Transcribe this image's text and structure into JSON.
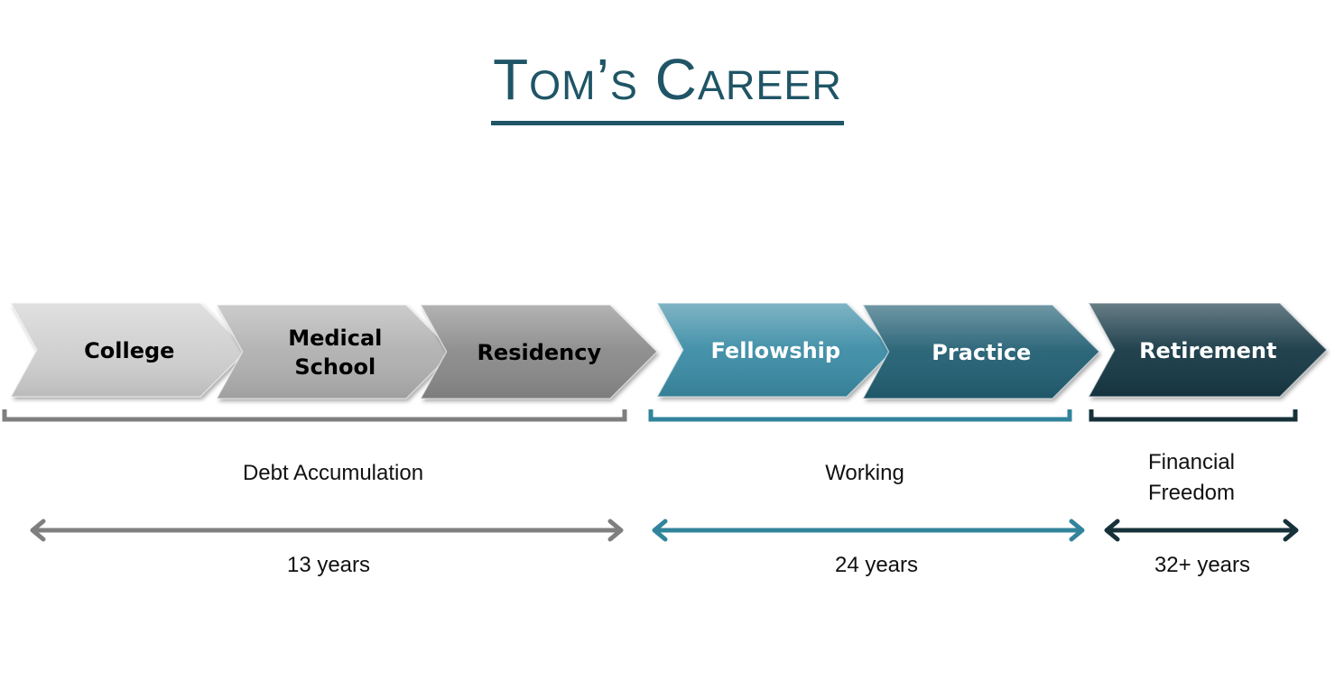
{
  "title": "Tom’s Career",
  "stages": [
    {
      "label_lines": [
        "College"
      ],
      "fill": "#cfcfcf",
      "text_color": "#000000"
    },
    {
      "label_lines": [
        "Medical",
        "School"
      ],
      "fill": "#b0b0b0",
      "text_color": "#000000"
    },
    {
      "label_lines": [
        "Residency"
      ],
      "fill": "#8a8a8a",
      "text_color": "#000000"
    },
    {
      "label_lines": [
        "Fellowship"
      ],
      "fill": "#3a8ca5",
      "text_color": "#ffffff"
    },
    {
      "label_lines": [
        "Practice"
      ],
      "fill": "#245f73",
      "text_color": "#ffffff"
    },
    {
      "label_lines": [
        "Retirement"
      ],
      "fill": "#173944",
      "text_color": "#ffffff"
    }
  ],
  "phases": [
    {
      "label_lines": [
        "Debt Accumulation"
      ],
      "duration": "13 years",
      "color": "#7f7f7f"
    },
    {
      "label_lines": [
        "Working"
      ],
      "duration": "24 years",
      "color": "#31849b"
    },
    {
      "label_lines": [
        "Financial",
        "Freedom"
      ],
      "duration": "32+ years",
      "color": "#17313a"
    }
  ]
}
